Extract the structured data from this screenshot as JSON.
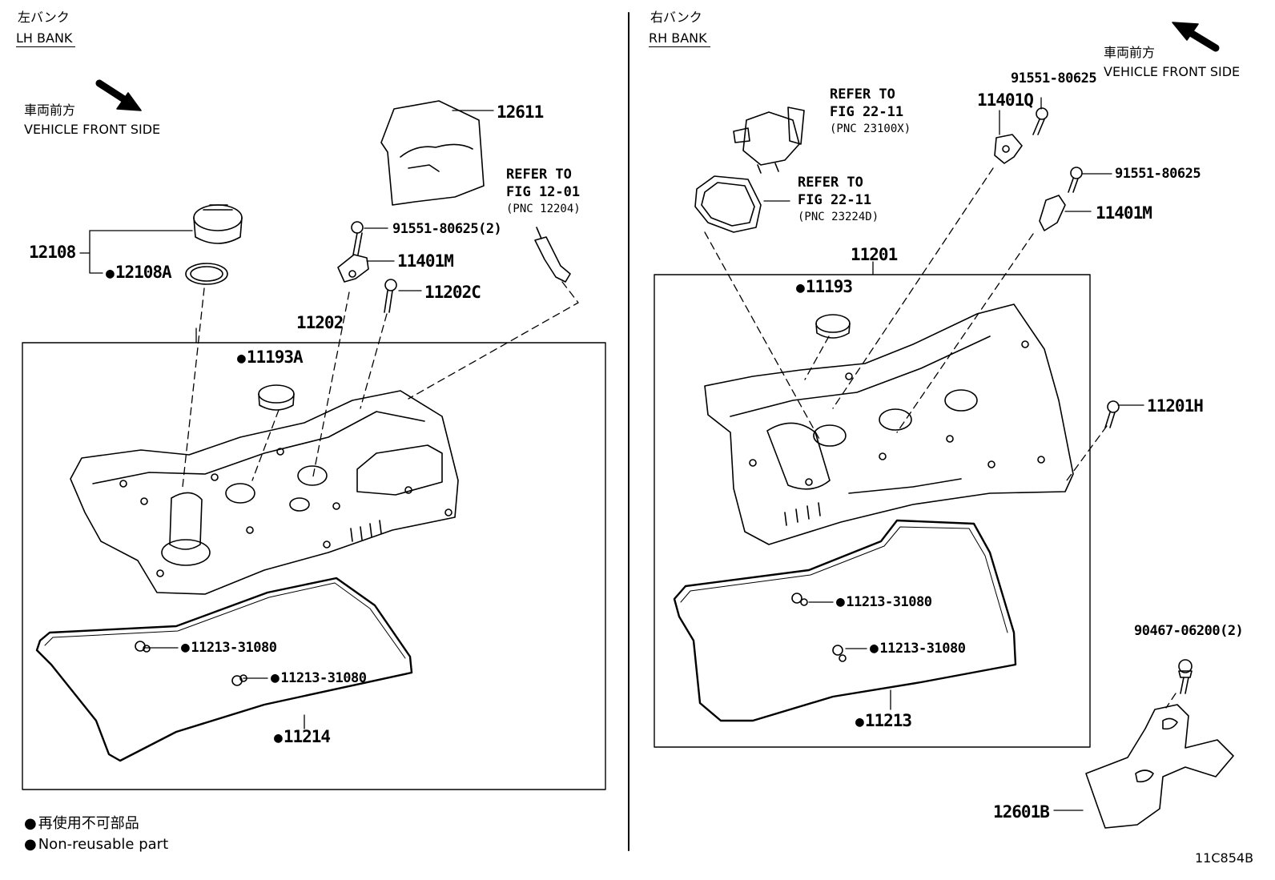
{
  "lh_bank": {
    "jp": "左バンク",
    "en": "LH BANK",
    "front_jp": "車両前方",
    "front_en": "VEHICLE FRONT SIDE",
    "parts": {
      "p12611": "12611",
      "p12108": "12108",
      "p12108A": "12108A",
      "p91551_2": "91551-80625(2)",
      "p11401M": "11401M",
      "p11202C": "11202C",
      "p11202": "11202",
      "p11193A": "11193A",
      "p11213_a": "11213-31080",
      "p11213_b": "11213-31080",
      "p11214": "11214"
    },
    "refer": {
      "line1": "REFER TO",
      "line2": "FIG 12-01",
      "line3": "(PNC 12204)"
    }
  },
  "rh_bank": {
    "jp": "右バンク",
    "en": "RH BANK",
    "front_jp": "車両前方",
    "front_en": "VEHICLE FRONT SIDE",
    "parts": {
      "p91551_top": "91551-80625",
      "p11401Q": "11401Q",
      "p91551_mid": "91551-80625",
      "p11401M": "11401M",
      "p11201": "11201",
      "p11193": "11193",
      "p11201H": "11201H",
      "p11213_a": "11213-31080",
      "p11213_b": "11213-31080",
      "p11213": "11213",
      "p90467": "90467-06200(2)",
      "p12601B": "12601B"
    },
    "refer_pump": {
      "line1": "REFER TO",
      "line2": "FIG 22-11",
      "line3": "(PNC 23100X)"
    },
    "refer_gasket": {
      "line1": "REFER TO",
      "line2": "FIG 22-11",
      "line3": "(PNC 23224D)"
    }
  },
  "legend": {
    "jp": "再使用不可部品",
    "en": "Non-reusable part"
  },
  "illustration_code": "11C854B"
}
